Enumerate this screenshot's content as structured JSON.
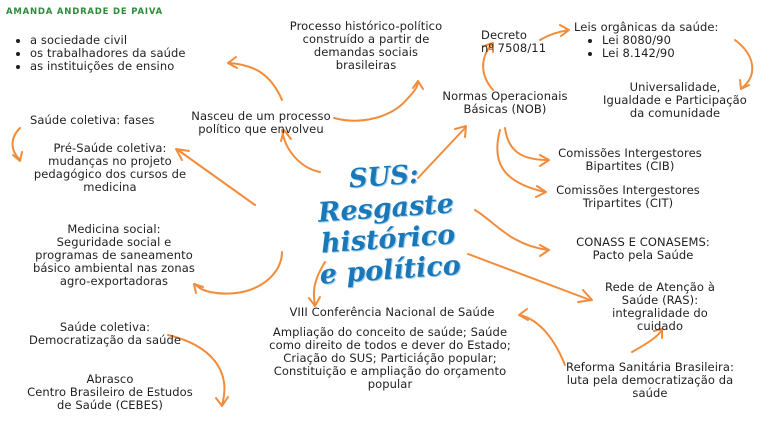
{
  "author": "AMANDA ANDRADE DE PAIVA",
  "center_title": {
    "line1": "SUS:",
    "line2": "Resgaste histórico",
    "line3": "e político"
  },
  "actors": [
    "a sociedade civil",
    "os trabalhadores da saúde",
    "as instituições de ensino"
  ],
  "processo": [
    "Processo histórico-político",
    "construído a partir de",
    "demandas sociais",
    "brasileiras"
  ],
  "decreto": [
    "Decreto",
    "nº 7508/11"
  ],
  "leis": {
    "title": "Leis orgânicas da saúde:",
    "items": [
      "Lei 8080/90",
      "Lei 8.142/90"
    ]
  },
  "universalidade": [
    "Universalidade,",
    "Igualdade e Participação",
    "da comunidade"
  ],
  "nob": [
    "Normas Operacionais",
    "Básicas (NOB)"
  ],
  "nasceu": [
    "Nasceu de um processo",
    "político que envolveu"
  ],
  "fases": "Saúde coletiva: fases",
  "pre_saude": [
    "Pré-Saúde coletiva:",
    "mudanças no projeto",
    "pedagógico dos cursos de",
    "medicina"
  ],
  "cib": [
    "Comissões Intergestores",
    "Bipartites (CIB)"
  ],
  "cit": [
    "Comissões Intergestores",
    "Tripartites (CIT)"
  ],
  "medicina": [
    "Medicina social:",
    "Seguridade social e",
    "programas de saneamento",
    "básico ambiental nas zonas",
    "agro-exportadoras"
  ],
  "conass": [
    "CONASS E CONASEMS:",
    "Pacto pela Saúde"
  ],
  "ras": [
    "Rede de Atenção à",
    "Saúde (RAS):",
    "integralidade do",
    "cuidado"
  ],
  "viii": "VIII Conferência Nacional de Saúde",
  "ampliacao": [
    "Ampliação do conceito de saúde; Saúde",
    "como direito de todos e dever do Estado;",
    "Criação do SUS; Particiáção popular;",
    "Constituição e ampliação do orçamento",
    "popular"
  ],
  "democratizacao": [
    "Saúde coletiva:",
    "Democratização da saúde"
  ],
  "reforma": [
    "Reforma Sanitária Brasileira:",
    "luta pela democratização da",
    "saúde"
  ],
  "abrasco": [
    "Abrasco",
    "Centro Brasileiro de Estudos",
    "de Saúde (CEBES)"
  ],
  "colors": {
    "arrow": "#f28c3a",
    "title": "#1b78b8",
    "author": "#2e8b3a"
  }
}
